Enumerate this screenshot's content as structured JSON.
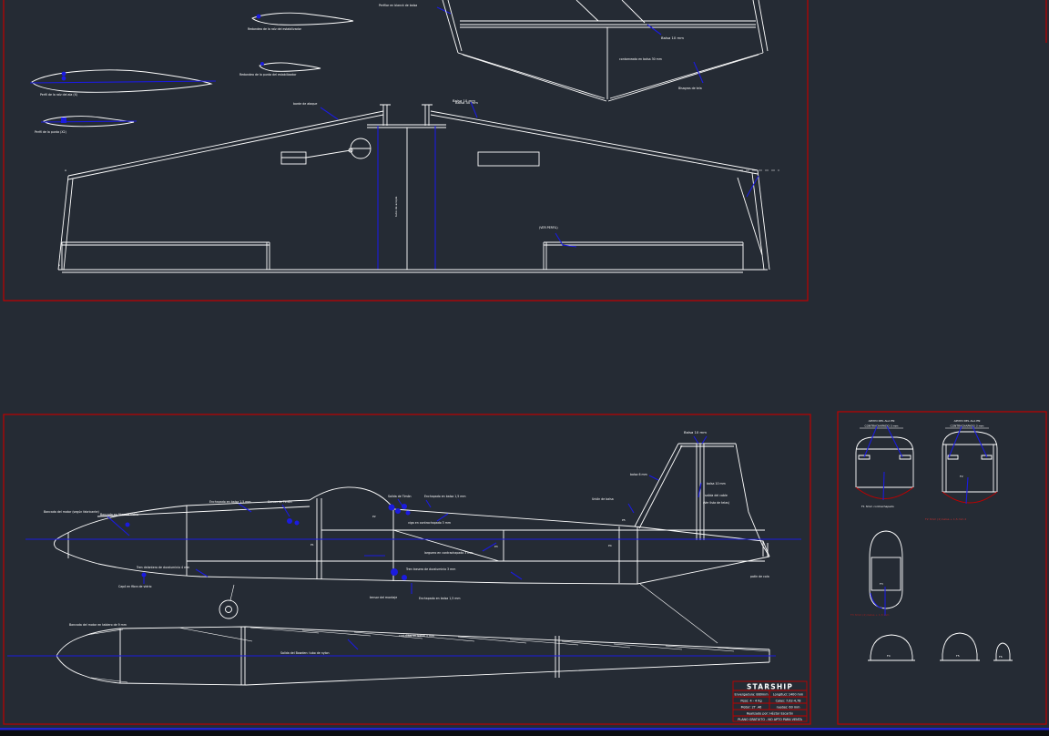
{
  "colors": {
    "background": "#252b34",
    "line_white": "#ffffff",
    "accent_blue": "#1b1be0",
    "frame_red": "#bf0000",
    "note_red": "#c23030"
  },
  "top_panel": {
    "labels": {
      "blank_note": "Perfilar en blanck de balsa",
      "stab_root_round": "Redondeo de la raíz del estabilizador",
      "stab_tip_round": "Redondeo de la punta del estabilizador",
      "root_airfoil": "Perfil de la raíz del ala (X)",
      "tip_airfoil": "Perfil de la punta (X2)",
      "le_note": "borde de ataque",
      "wing_balsa": "Balsa 10 mm",
      "ver_perfil": "(VER PERFIL)",
      "spar_note": "tubo de acople",
      "mark_a": "A",
      "stab_balsa10": "Balsa 10 mm",
      "stab_contour": "contorneado en balsa 30 mm",
      "stab_hinges": "Bisagras de tela",
      "stab_balsa40": "Balsa 40 mm"
    }
  },
  "side_view": {
    "labels": {
      "engine_mount": "Bancada del motor (según fabricante)",
      "glass_mount": "Bancada en fibra de vidrio",
      "sheeting": "Enchapado en balsa 1,5 mm",
      "servo_exit": "Servos de Timón",
      "rudder_exit": "Salida de Timón",
      "ply_beam": "viga en contrachapado 3 mm",
      "ply_spar": "larguero en contrachapado 3 mm",
      "rear_gear": "Tren trasero de duraluminio 3 mm",
      "front_gear": "Tren delantero de duraluminio 4 mm",
      "cowl": "Capó en fibra de vidrio",
      "mount_tension": "tensor del montaje",
      "balsa_joint": "Unión de balsa",
      "tail_skid": "patín de cola",
      "fin_balsa_top": "Balsa 10 mm",
      "fin_balsa_left": "balsa 6 mm",
      "fin_balsa_mid": "balsa 10 mm",
      "cable_exit": "salida del cable",
      "fabric_list": "(Ver lista de telas)"
    },
    "former_marks": [
      "P1",
      "P2",
      "P3",
      "P4",
      "P5"
    ]
  },
  "plan_view": {
    "labels": {
      "engine_plate": "Bancada del motor en tablero de 9 mm",
      "bowden_exit": "Salida del Bowden: tubo de nylon",
      "sides": "costados en balsa 3 mm"
    }
  },
  "formers_panel": {
    "labels": {
      "header_line1": "APOYO DEL ALA EN",
      "header_line2": "CONTRACHAPADO 3 mm",
      "f1_note": "F1 3mm contrachapado",
      "f2_note_red": "F2 3mm (2) balsa + 1,5 mm 2",
      "f3_note_red": "F3 3mm (2) balsa + 1,5 mm",
      "f2": "F2",
      "f3": "F3",
      "f4": "F4",
      "f5": "F5",
      "f6": "F6"
    }
  },
  "title_block": {
    "title": "STARSHIP",
    "rows": [
      {
        "left": "Envergadura: 880mm",
        "right": "Longitud: 1400 mm"
      },
      {
        "left": "Peso: 4 - 4 Kg",
        "right": "Calas: 7,62-4,78"
      },
      {
        "left": "Motor: 2T .46",
        "right": "ruedas: 60 mm"
      }
    ],
    "maker": "Realizado por: Héctor Escartín",
    "note": "PLANO GRATUITO - NO APTO PARA VENTA"
  }
}
